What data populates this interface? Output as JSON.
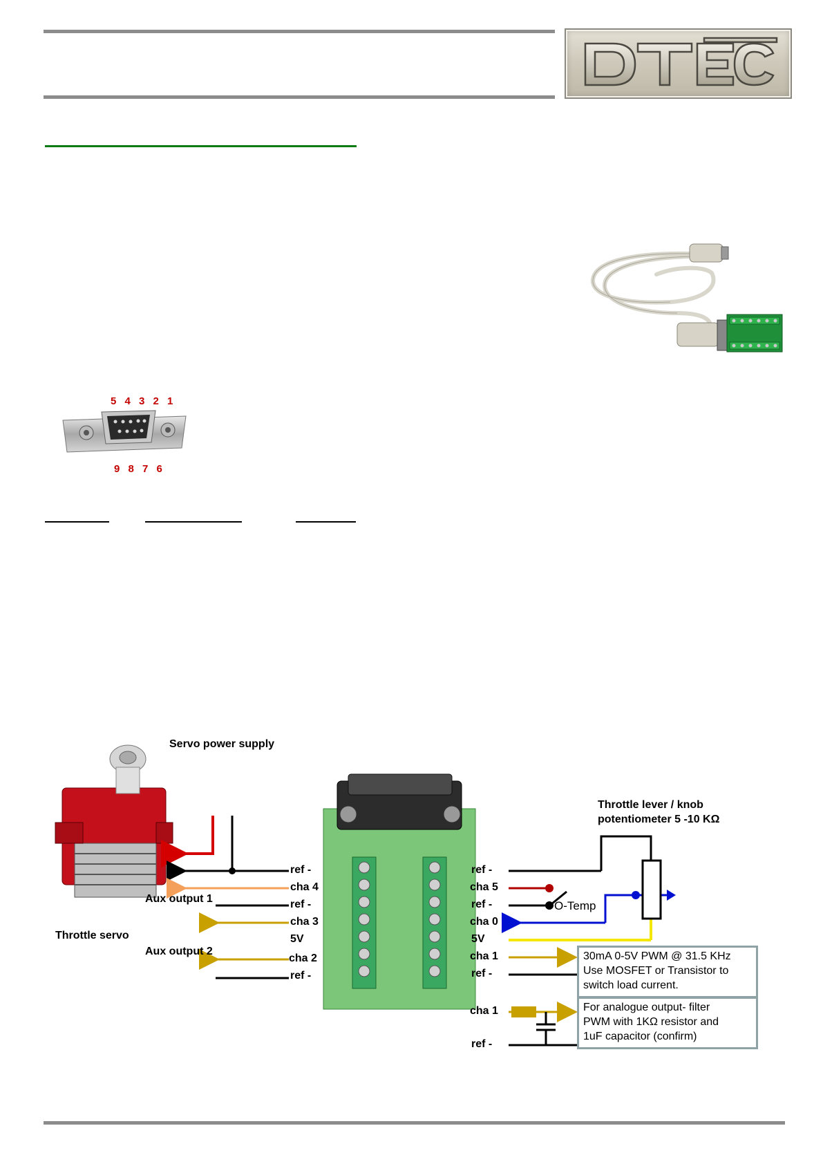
{
  "header": {
    "logo_text": "DTEC"
  },
  "pinout": {
    "top_pins": "5 4 3 2 1",
    "bottom_pins": "9 8 7 6"
  },
  "diagram": {
    "servo_power_supply": "Servo power supply",
    "throttle_servo": "Throttle servo",
    "aux_output_1": "Aux output 1",
    "aux_output_2": "Aux output 2",
    "left_pins": [
      "ref -",
      "cha 4",
      "ref -",
      "cha 3",
      "5V",
      "cha 2",
      "ref -"
    ],
    "right_pins": [
      "ref -",
      "cha 5",
      "ref -",
      "cha 0",
      "5V",
      "cha 1",
      "ref -"
    ],
    "throttle_pot_line1": "Throttle lever / knob",
    "throttle_pot_line2": "potentiometer 5 -10 KΩ",
    "o_temp": "O-Temp",
    "pwm_note": [
      "30mA 0-5V PWM @ 31.5 KHz",
      "Use MOSFET or Transistor to",
      "switch load current."
    ],
    "analogue_cha": "cha 1",
    "analogue_ref": "ref -",
    "analogue_note": [
      "For analogue output- filter",
      "PWM with 1KΩ resistor and",
      "1uF capacitor (confirm)"
    ],
    "colors": {
      "red": "#d40000",
      "black": "#000000",
      "orange": "#f5a05a",
      "gold": "#c8a000",
      "blue": "#0010d0",
      "yellow": "#f5e800",
      "darkred": "#b00000"
    }
  }
}
